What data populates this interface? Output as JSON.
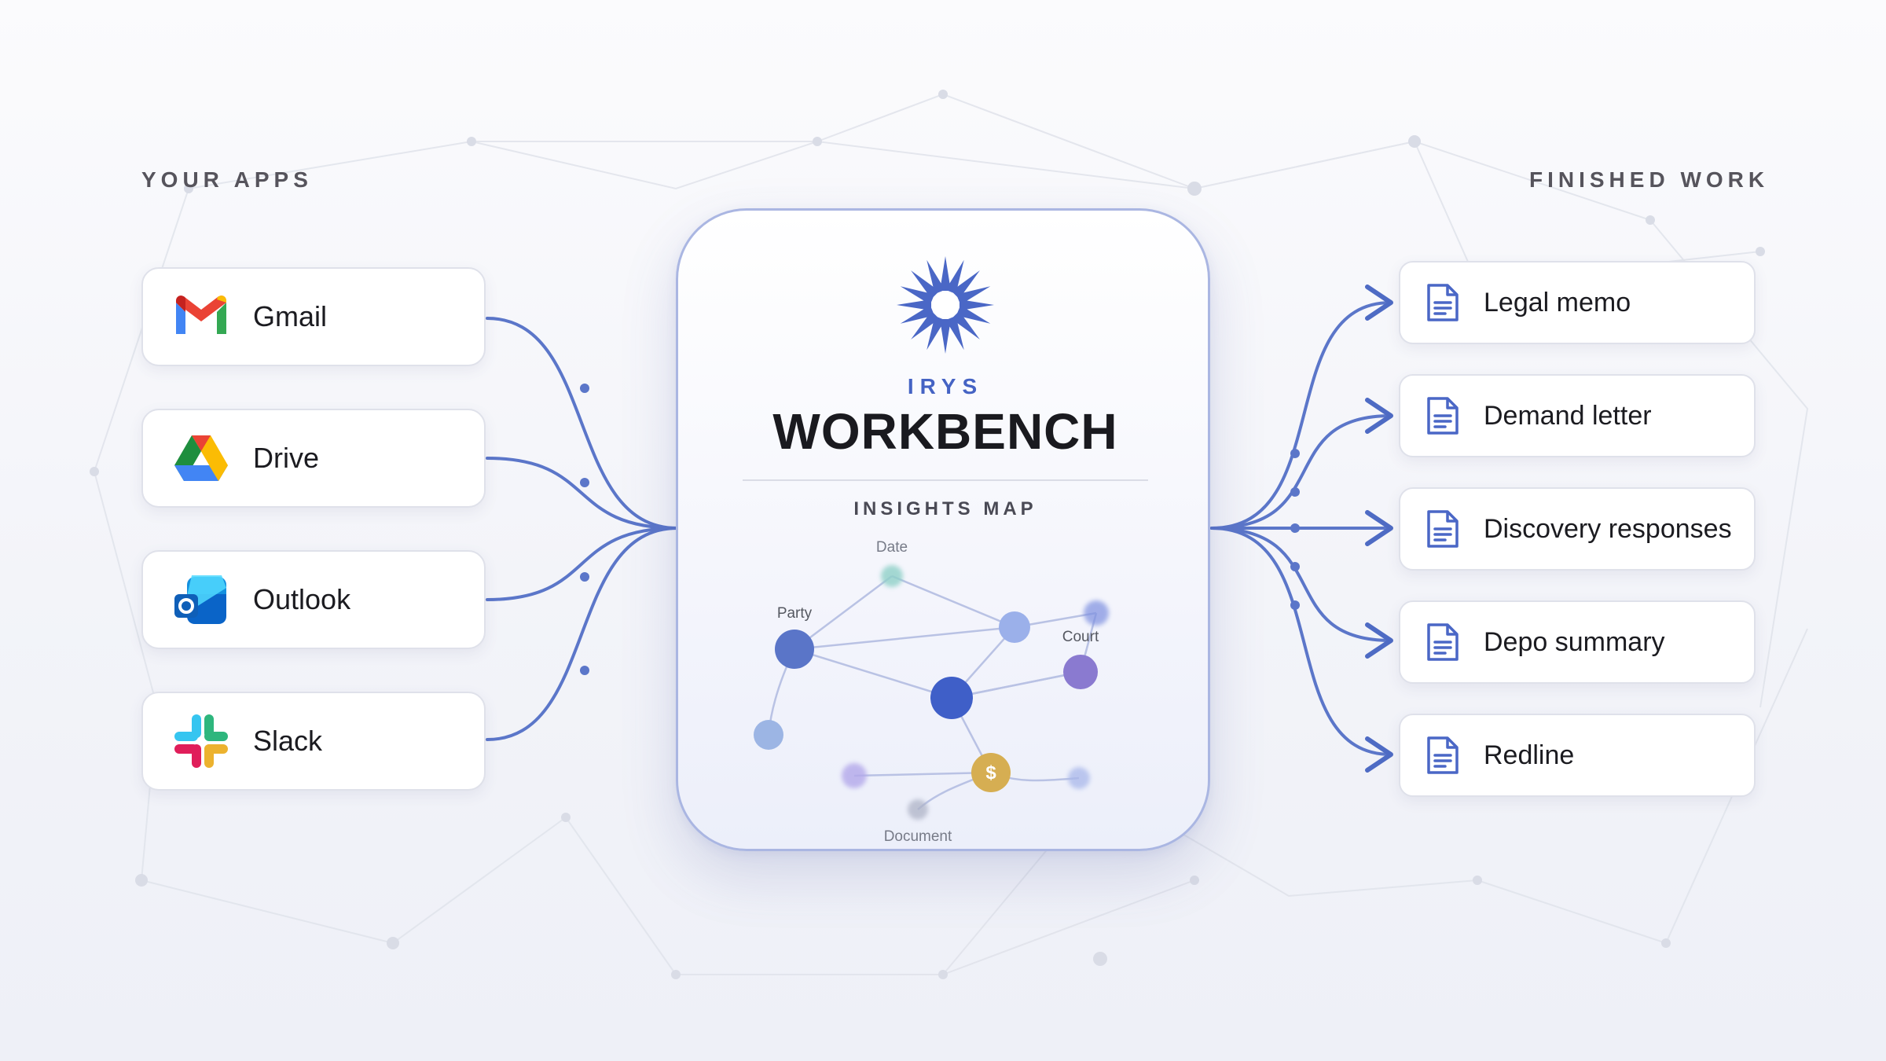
{
  "left_heading": "YOUR APPS",
  "right_heading": "FINISHED WORK",
  "apps": [
    {
      "label": "Gmail",
      "icon": "gmail-icon"
    },
    {
      "label": "Drive",
      "icon": "drive-icon"
    },
    {
      "label": "Outlook",
      "icon": "outlook-icon"
    },
    {
      "label": "Slack",
      "icon": "slack-icon"
    }
  ],
  "hub": {
    "brand": "IRYS",
    "title": "WORKBENCH",
    "subtitle": "INSIGHTS MAP",
    "graph_labels": {
      "date": "Date",
      "party": "Party",
      "court": "Court",
      "document": "Document",
      "money_symbol": "$"
    }
  },
  "outputs": [
    {
      "label": "Legal memo",
      "icon": "document-icon"
    },
    {
      "label": "Demand letter",
      "icon": "document-icon"
    },
    {
      "label": "Discovery responses",
      "icon": "document-icon"
    },
    {
      "label": "Depo summary",
      "icon": "document-icon"
    },
    {
      "label": "Redline",
      "icon": "document-icon"
    }
  ],
  "colors": {
    "accent": "#4563c4",
    "flow_line": "#5b76c9",
    "node_blue": "#3f5fc8",
    "node_purple": "#8a7ad0",
    "node_gold": "#d6ae52",
    "node_teal": "#8fd0c8"
  }
}
